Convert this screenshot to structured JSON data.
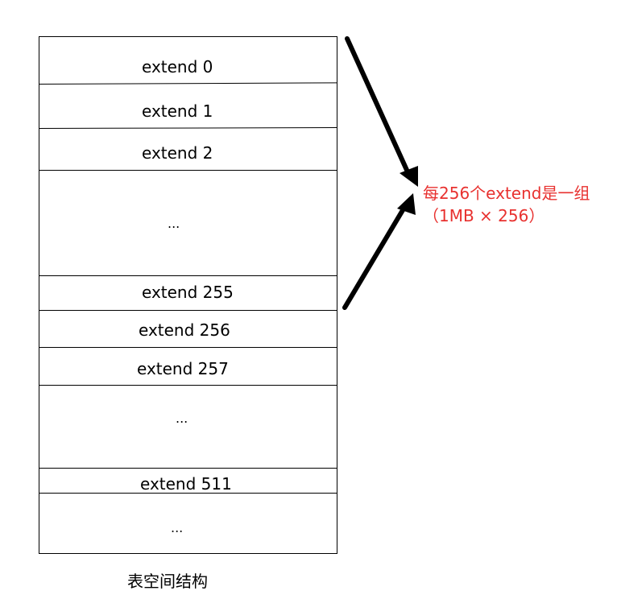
{
  "segments": [
    {
      "label": "extend 0"
    },
    {
      "label": "extend 1"
    },
    {
      "label": "extend 2"
    },
    {
      "label": "..."
    },
    {
      "label": "extend 255"
    },
    {
      "label": "extend 256"
    },
    {
      "label": "extend 257"
    },
    {
      "label": "..."
    },
    {
      "label": "extend 511"
    },
    {
      "label": "..."
    }
  ],
  "annotation": {
    "line1": "每256个extend是一组",
    "line2": "（1MB × 256）",
    "color": "#e8312f"
  },
  "caption": "表空间结构"
}
